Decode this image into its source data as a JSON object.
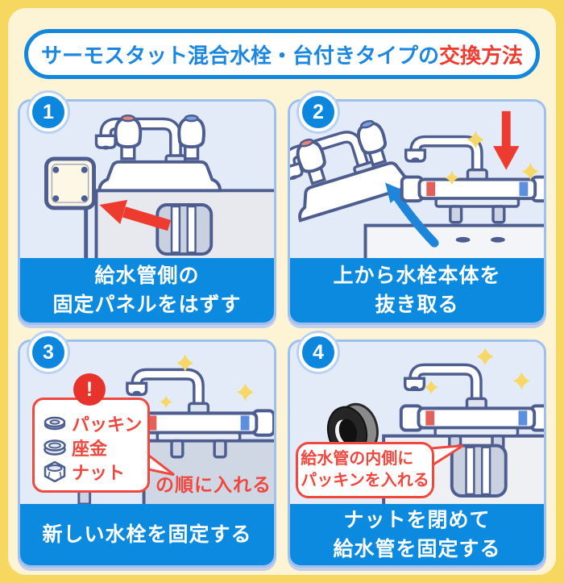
{
  "title": {
    "text_blue": "サーモスタット混合水栓・台付きタイプの",
    "text_red": "交換方法"
  },
  "steps": [
    {
      "number": "1",
      "caption": "給水管側の\n固定パネルをはずす"
    },
    {
      "number": "2",
      "caption": "上から水栓本体を\n抜き取る"
    },
    {
      "number": "3",
      "caption": "新しい水栓を固定する",
      "note": {
        "alert": "!",
        "items": [
          {
            "icon": "packing-icon",
            "label": "パッキン"
          },
          {
            "icon": "washer-icon",
            "label": "座金"
          },
          {
            "icon": "nut-icon",
            "label": "ナット"
          }
        ],
        "suffix": "の順に入れる"
      }
    },
    {
      "number": "4",
      "caption": "ナットを閉めて\n給水管を固定する",
      "note": {
        "text": "給水管の内側に\nパッキンを入れる"
      }
    }
  ],
  "colors": {
    "frame_yellow": "#f6d75f",
    "panel_cream": "#fdf4d6",
    "accent_blue": "#0d87dd",
    "title_blue": "#1b87e0",
    "accent_red": "#f0483f",
    "arrow_red": "#ee3b30",
    "arrow_blue": "#1e86da",
    "panel_border": "#9fc0ee",
    "panel_bg": "#e4ebf8",
    "outline_navy": "#4d5d8f",
    "sparkle_yellow": "#f7d765"
  }
}
